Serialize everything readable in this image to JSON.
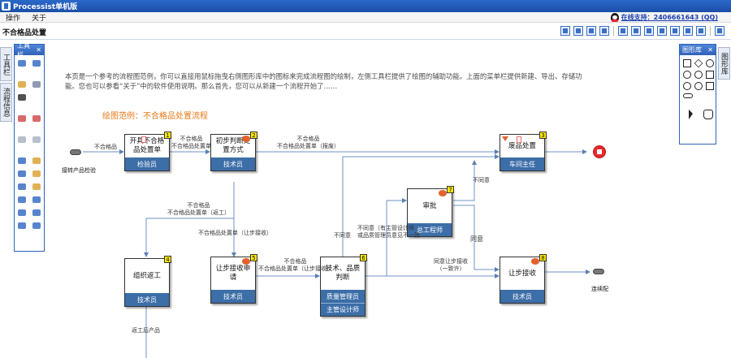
{
  "window": {
    "title": "Processist单机版"
  },
  "menu": {
    "items": [
      "操作",
      "关于"
    ]
  },
  "support": {
    "text": "在线支持：2406661643 (QQ)"
  },
  "document": {
    "title": "不合格品处置"
  },
  "left_tabs": {
    "toolbar": "工具栏",
    "flow_info": "流程信息"
  },
  "tool_panel": {
    "title": "工具栏"
  },
  "shape_panel": {
    "title": "图形库",
    "side_tab": "图形库"
  },
  "canvas": {
    "intro": "本页是一个参考的流程图范例，你可以直接用鼠标拖曳右侧图形库中的图标来完成流程图的绘制，左侧工具栏提供了绘图的辅助功能。上面的菜单栏提供新建、导出、存储功能。您也可以参看“关于”中的软件使用说明。那么首先，您可以从新建一个流程开始了……",
    "example_title": "绘图范例：不合格品处置流程"
  },
  "flow": {
    "nodes": [
      {
        "num": "1",
        "title": "开具不合格品处置单",
        "role": "检验员"
      },
      {
        "num": "2",
        "title": "初步判断处置方式",
        "role": "技术员"
      },
      {
        "num": "3",
        "title": "废品处置",
        "role": "车间主任"
      },
      {
        "num": "4",
        "title": "组织返工",
        "role": "技术员"
      },
      {
        "num": "5",
        "title": "让步接收申请",
        "role": "技术员"
      },
      {
        "num": "6",
        "title": "技术、品质判断",
        "role": "质量管理员",
        "role2": "主管设计师"
      },
      {
        "num": "7",
        "title": "审批",
        "role": "总工程师"
      },
      {
        "num": "8",
        "title": "让步接收",
        "role": "技术员"
      }
    ],
    "labels": {
      "start": "接转产品检验",
      "e1": "不合格品",
      "e2": "不合格品\n不合格品处置单",
      "e3": "不合格品\n不合格品处置单（报废）",
      "e4": "不合格品\n不合格品处置单（返工）",
      "e5": "不合格品处置单（让步接收）",
      "e6": "不合格品\n不合格品处置单（让步接收）",
      "e7": "不同意（有主管设计师\n或品质管理员意见不一致",
      "e8": "不同意",
      "e9": "不同意",
      "e10": "同意",
      "e11": "同意让步接收\n（一致许）",
      "rework_out": "返工后产品",
      "next": "连续配"
    }
  }
}
